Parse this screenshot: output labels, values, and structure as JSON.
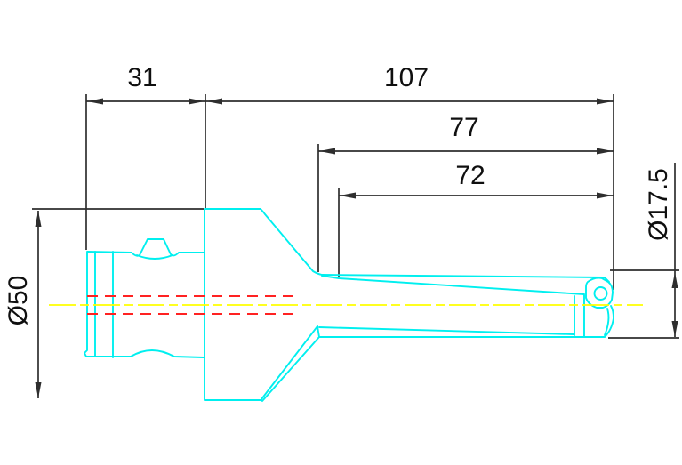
{
  "drawing": {
    "type": "technical-dimension-drawing",
    "subject": "indexable-insert-drill-with-holder-side-view",
    "background": "#ffffff",
    "palette": {
      "outline": "#00efef",
      "hidden_lines": "#ff2222",
      "centerline": "#ffff00",
      "dimensions": "#2e2e2e",
      "text": "#0f0f0f"
    },
    "dimensions": {
      "d31": {
        "label": "31"
      },
      "d107": {
        "label": "107"
      },
      "d77": {
        "label": "77"
      },
      "d72": {
        "label": "72"
      },
      "d50": {
        "label": "Ø50"
      },
      "d17_5": {
        "label": "Ø17.5"
      }
    }
  }
}
